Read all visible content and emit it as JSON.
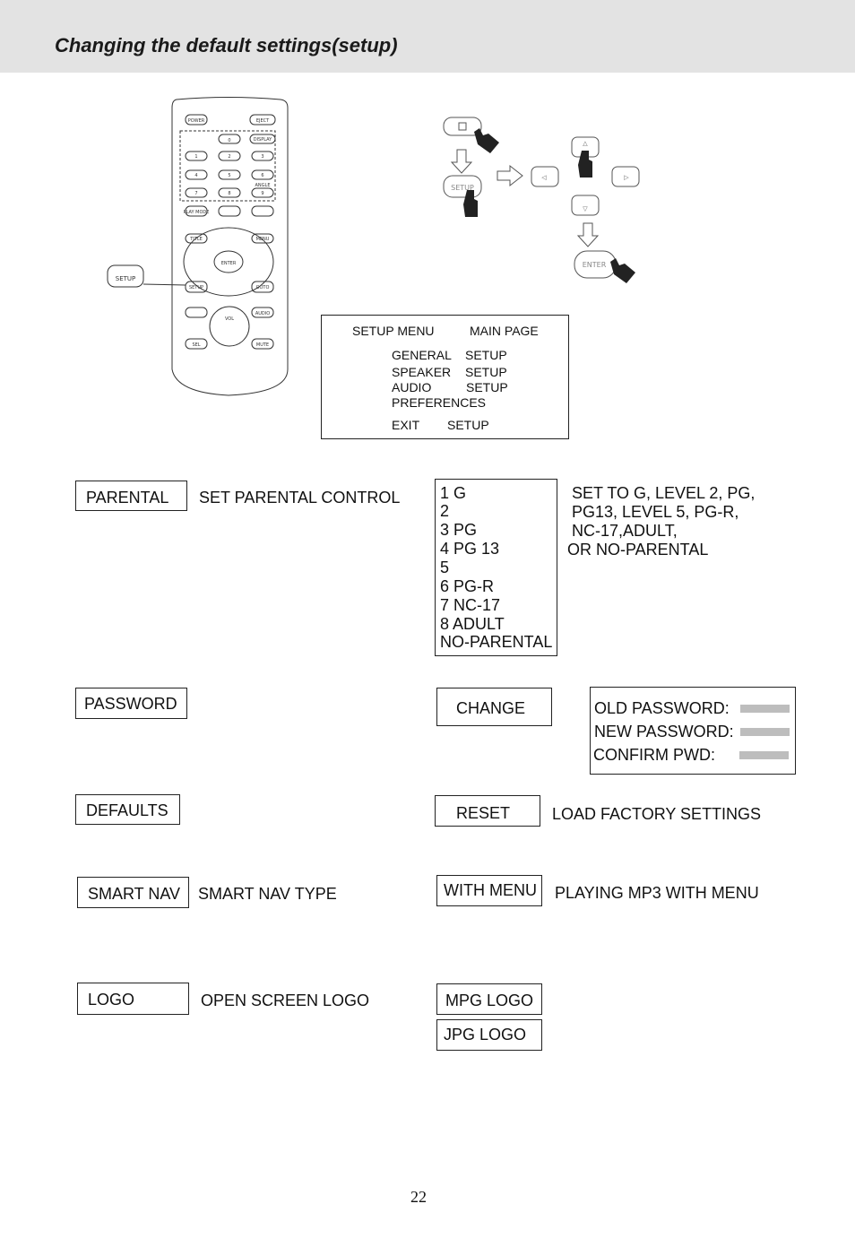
{
  "header": {
    "title": "Changing the default settings(setup)"
  },
  "remote": {
    "buttons": {
      "power": "POWER",
      "eject": "EJECT",
      "display": "DISPLAY",
      "angle": "ANGLE",
      "n0": "0",
      "n1": "1",
      "n2": "2",
      "n3": "3",
      "n4": "4",
      "n5": "5",
      "n6": "6",
      "n7": "7",
      "n8": "8",
      "n9": "9",
      "playmode": "PLAY MODE",
      "title": "TITLE",
      "menu": "MENU",
      "enter": "ENTER",
      "setup": "SETUP",
      "goto": "GOTO",
      "audio": "AUDIO",
      "vol": "VOL",
      "sel": "SEL",
      "mute": "MUTE"
    },
    "callout": "SETUP"
  },
  "nav_diagram": {
    "setup_label": "SETUP",
    "enter_label": "ENTER"
  },
  "setup_menu": {
    "title": "SETUP MENU",
    "page": "MAIN PAGE",
    "items": [
      {
        "name": "GENERAL",
        "suffix": "SETUP"
      },
      {
        "name": "SPEAKER",
        "suffix": "SETUP"
      },
      {
        "name": "AUDIO",
        "suffix": "SETUP"
      },
      {
        "name": "PREFERENCES",
        "suffix": ""
      }
    ],
    "exit": {
      "name": "EXIT",
      "suffix": "SETUP"
    }
  },
  "rows": {
    "parental": {
      "label": "PARENTAL",
      "description": "SET PARENTAL CONTROL",
      "options": [
        "1 G",
        "2",
        "3 PG",
        "4 PG 13",
        "5",
        "6 PG-R",
        "7 NC-17",
        "8 ADULT",
        "NO-PARENTAL"
      ],
      "note": [
        "SET TO G, LEVEL 2, PG,",
        "PG13, LEVEL 5, PG-R,",
        "NC-17,ADULT,",
        "OR NO-PARENTAL"
      ]
    },
    "password": {
      "label": "PASSWORD",
      "option": "CHANGE",
      "fields": [
        "OLD PASSWORD:",
        "NEW PASSWORD:",
        "CONFIRM PWD:"
      ]
    },
    "defaults": {
      "label": "DEFAULTS",
      "option": "RESET",
      "description": "LOAD FACTORY SETTINGS"
    },
    "smart_nav": {
      "label": "SMART NAV",
      "description": "SMART NAV TYPE",
      "option": "WITH MENU",
      "option_description": "PLAYING MP3 WITH MENU"
    },
    "logo": {
      "label": "LOGO",
      "description": "OPEN SCREEN  LOGO",
      "options": [
        "MPG LOGO",
        "JPG LOGO"
      ]
    }
  },
  "page_number": "22"
}
